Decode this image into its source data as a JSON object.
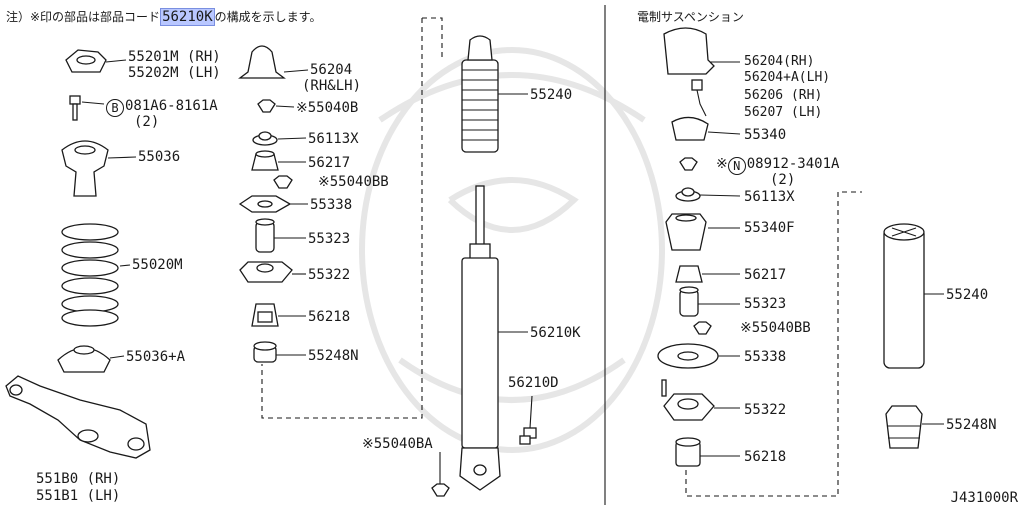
{
  "note": {
    "prefix": "注）※印の部品は部品コード",
    "highlight": "56210K",
    "suffix": "の構成を示します。"
  },
  "right_title": "電制サスペンション",
  "diagram_code": "J431000R",
  "left_labels": {
    "p55201": "55201M (RH)",
    "p55202": "55202M (LH)",
    "p56204": "56204",
    "p56204b": "(RH&LH)",
    "pBolt": "081A6-8161A",
    "pBoltQty": "(2)",
    "pBoltMark": "B",
    "p55040B": "※55040B",
    "p55240": "55240",
    "p56113X": "56113X",
    "p55036": "55036",
    "p56217": "56217",
    "p55040BB": "※55040BB",
    "p55338": "55338",
    "p55323": "55323",
    "p55020M": "55020M",
    "p55322": "55322",
    "p56218": "56218",
    "p56210K": "56210K",
    "p55036A": "55036+A",
    "p55248N": "55248N",
    "p56210D": "56210D",
    "p55040BA": "※55040BA",
    "p551B0": "551B0 (RH)",
    "p551B1": "551B1 (LH)"
  },
  "right_labels": {
    "r56204rh": "56204(RH)",
    "r56204lh": "56204+A(LH)",
    "r56206": "56206 (RH)",
    "r56207": "56207 (LH)",
    "r55340": "55340",
    "rNut": "08912-3401A",
    "rNutQty": "(2)",
    "rNutMark": "N",
    "rNutStar": "※",
    "r56113X": "56113X",
    "r55340F": "55340F",
    "r56217": "56217",
    "r55240": "55240",
    "r55323": "55323",
    "r55040BB": "※55040BB",
    "r55338": "55338",
    "r55322": "55322",
    "r55248N": "55248N",
    "r56218": "56218"
  }
}
